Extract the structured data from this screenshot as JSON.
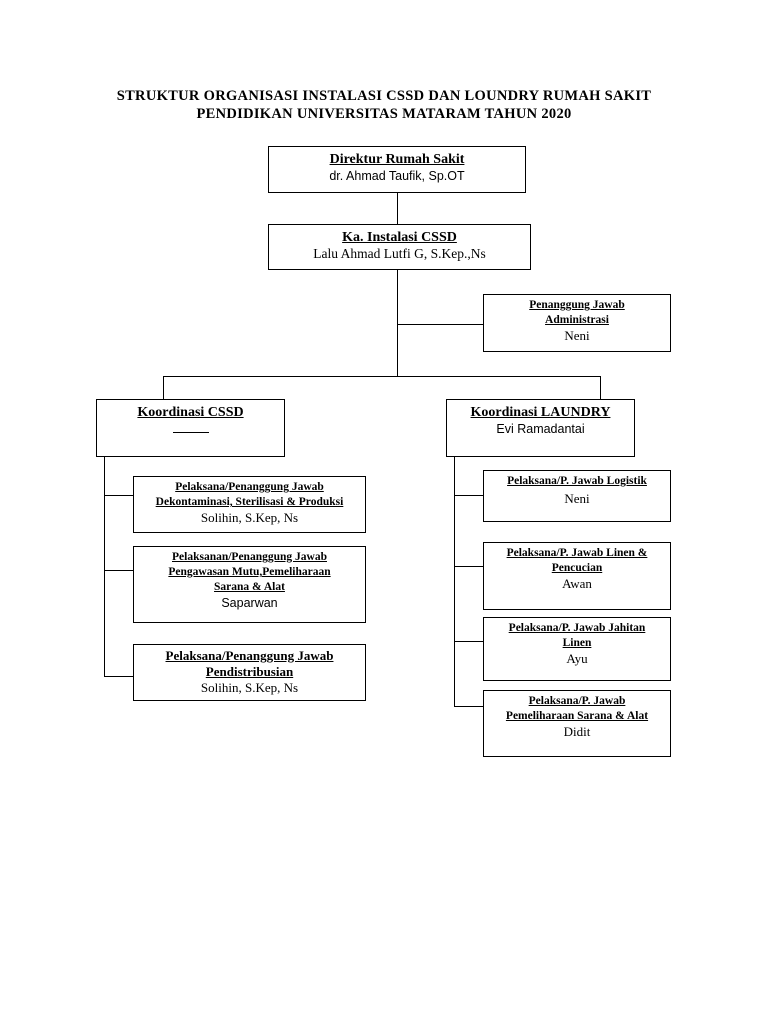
{
  "title": {
    "line1": "STRUKTUR ORGANISASI  INSTALASI CSSD DAN LOUNDRY RUMAH SAKIT",
    "line2": "PENDIDIKAN UNIVERSITAS MATARAM TAHUN 2020"
  },
  "direktur": {
    "position": "Direktur Rumah Sakit",
    "name": "dr. Ahmad Taufik, Sp.OT"
  },
  "ka_instalasi": {
    "position": "Ka. Instalasi CSSD",
    "name": "Lalu Ahmad Lutfi G, S.Kep.,Ns"
  },
  "administrasi": {
    "position_line1": "Penanggung Jawab",
    "position_line2": "Administrasi",
    "name": "Neni"
  },
  "koordinasi_cssd": {
    "position": "Koordinasi CSSD",
    "name": ""
  },
  "koordinasi_laundry": {
    "position": "Koordinasi LAUNDRY",
    "name": "Evi Ramadantai"
  },
  "cssd_units": [
    {
      "line1": "Pelaksana/Penanggung Jawab",
      "line2": "Dekontaminasi, Sterilisasi & Produksi",
      "line3": "",
      "name": "Solihin, S.Kep, Ns"
    },
    {
      "line1": "Pelaksanan/Penanggung Jawab",
      "line2": "Pengawasan Mutu,Pemeliharaan",
      "line3": "Sarana & Alat",
      "name": "Saparwan"
    },
    {
      "line1": "Pelaksana/Penanggung Jawab",
      "line2": "Pendistribusian",
      "line3": "",
      "name": "Solihin, S.Kep, Ns"
    }
  ],
  "laundry_units": [
    {
      "line1": "Pelaksana/P. Jawab Logistik",
      "line2": "",
      "name": "Neni"
    },
    {
      "line1": "Pelaksana/P. Jawab Linen &",
      "line2": "Pencucian",
      "name": "Awan"
    },
    {
      "line1": "Pelaksana/P. Jawab Jahitan",
      "line2": "Linen",
      "name": "Ayu"
    },
    {
      "line1": "Pelaksana/P. Jawab",
      "line2": "Pemeliharaan Sarana & Alat",
      "name": "Didit"
    }
  ]
}
